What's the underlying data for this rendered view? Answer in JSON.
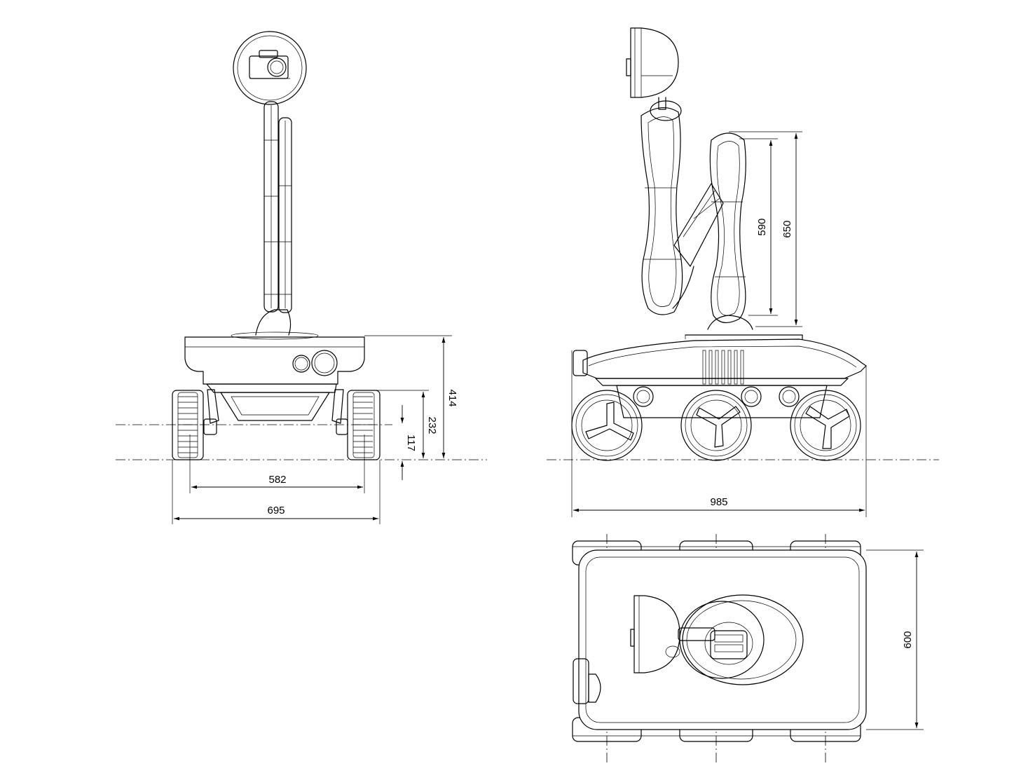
{
  "dimensions": {
    "front_height_total": "414",
    "front_height_hub": "232",
    "front_height_axle": "117",
    "front_track": "582",
    "front_width": "695",
    "side_arm_590": "590",
    "side_arm_650": "650",
    "side_length": "985",
    "top_width": "600"
  },
  "colors": {
    "line": "#000000",
    "background": "#ffffff"
  }
}
